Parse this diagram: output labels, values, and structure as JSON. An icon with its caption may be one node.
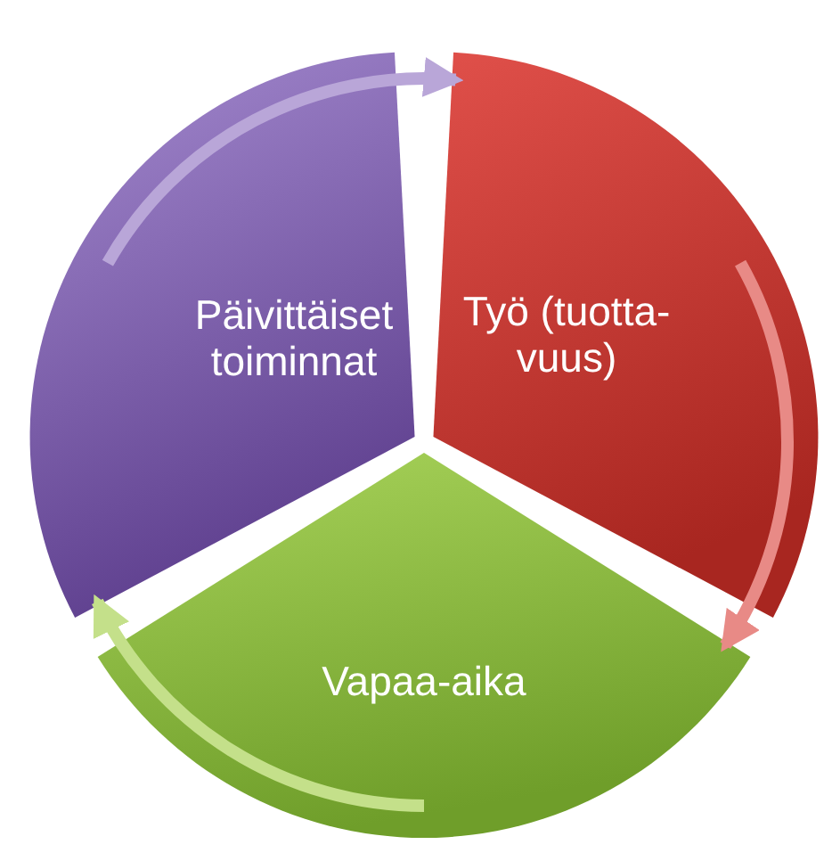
{
  "diagram": {
    "nodes": [
      {
        "text": [
          "Päivittäiset toiminnat"
        ]
      },
      {
        "text": [
          "Työ (tuotta-vuus)"
        ]
      },
      {
        "text": [
          "Vapaa-aika"
        ]
      }
    ],
    "edges": [
      {
        "from": 0,
        "to": 1,
        "arrow": "to",
        "color": "#b9a6d8"
      },
      {
        "from": 1,
        "to": 2,
        "arrow": "to",
        "color": "#e88a86"
      },
      {
        "from": 2,
        "to": 0,
        "arrow": "to",
        "color": "#c4e08a"
      }
    ]
  }
}
